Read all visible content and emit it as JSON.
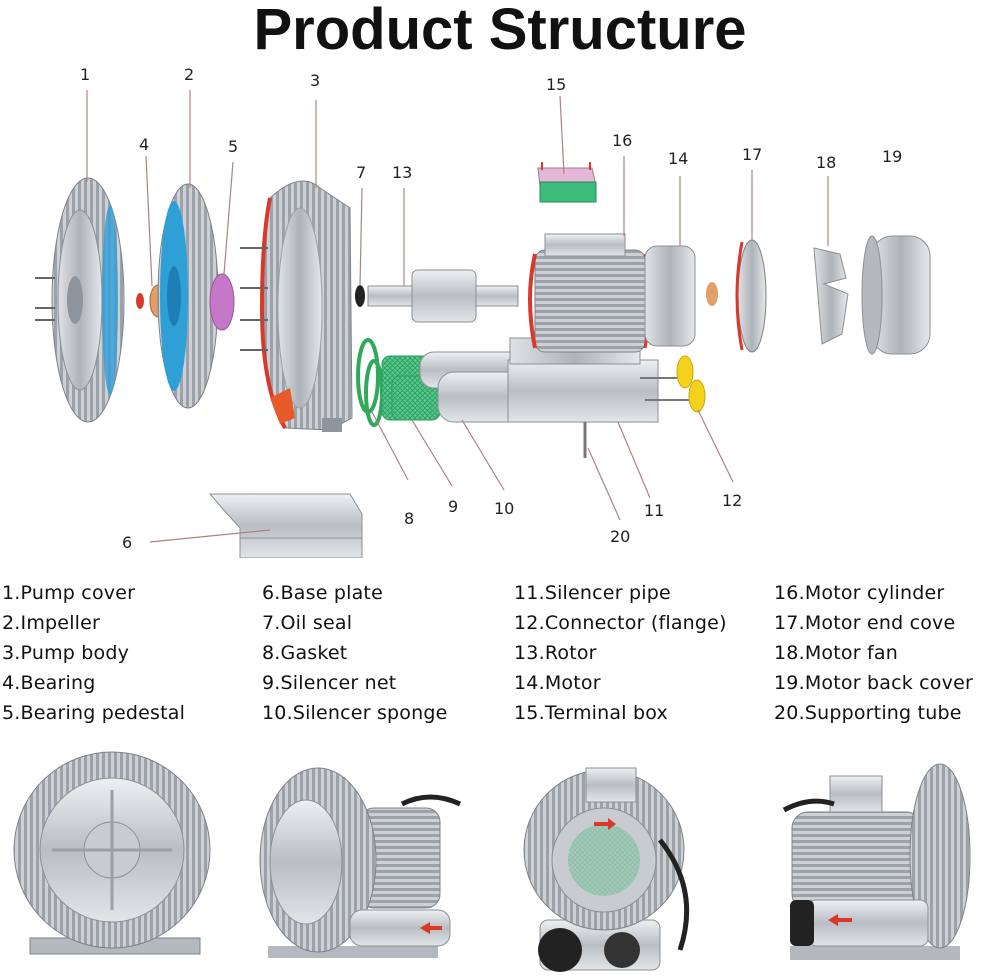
{
  "title": "Product Structure",
  "callouts": [
    "1",
    "2",
    "3",
    "4",
    "5",
    "6",
    "7",
    "8",
    "9",
    "10",
    "11",
    "12",
    "13",
    "14",
    "15",
    "16",
    "17",
    "18",
    "19",
    "20"
  ],
  "legend": {
    "col1": [
      "1.Pump cover",
      "2.Impeller",
      "3.Pump body",
      "4.Bearing",
      "5.Bearing pedestal"
    ],
    "col2": [
      "6.Base plate",
      "7.Oil seal",
      "8.Gasket",
      "9.Silencer net",
      "10.Silencer sponge"
    ],
    "col3": [
      "11.Silencer pipe",
      "12.Connector (flange)",
      "13.Rotor",
      "14.Motor",
      "15.Terminal box"
    ],
    "col4": [
      "16.Motor cylinder",
      "17.Motor end cove",
      "18.Motor fan",
      "19.Motor back cover",
      "20.Supporting tube"
    ]
  },
  "colors": {
    "blue": "#2f9fd8",
    "red": "#d8392a",
    "green": "#2faa5a",
    "yellow": "#f3d11c",
    "purple": "#c678c8",
    "silver": "#c8ccd0"
  }
}
